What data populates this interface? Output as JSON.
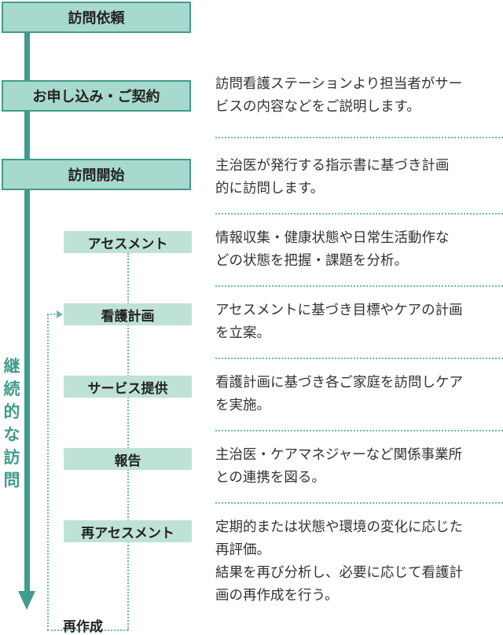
{
  "side_label": [
    "継",
    "続",
    "的",
    "な",
    "訪",
    "問"
  ],
  "main_steps": {
    "request": "訪問依頼",
    "contract": "お申し込み・ご契約",
    "start": "訪問開始"
  },
  "sub_steps": {
    "assessment": "アセスメント",
    "care_plan": "看護計画",
    "service": "サービス提供",
    "report": "報告",
    "reassessment": "再アセスメント"
  },
  "remake_label": "再作成",
  "descriptions": {
    "contract": [
      "訪問看護ステーションより担当者がサー",
      "ビスの内容などをご説明します。"
    ],
    "start": [
      "主治医が発行する指示書に基づき計画",
      "的に訪問します。"
    ],
    "assessment": [
      "情報収集・健康状態や日常生活動作な",
      "どの状態を把握・課題を分析。"
    ],
    "care_plan": [
      "アセスメントに基づき目標やケアの計画",
      "を立案。"
    ],
    "service": [
      "看護計画に基づき各ご家庭を訪問しケア",
      "を実施。"
    ],
    "report": [
      "主治医・ケアマネジャーなど関係事業所",
      "との連携を図る。"
    ],
    "reassessment": [
      "定期的または状態や環境の変化に応じた",
      "再評価。",
      "結果を再び分析し、必要に応じて看護計",
      "画の再作成を行う。"
    ]
  },
  "colors": {
    "accent": "#3f9c8e",
    "main_fill": "#a7d9cc",
    "sub_fill": "#bfe2d8",
    "dotted": "#6ab9ae"
  }
}
